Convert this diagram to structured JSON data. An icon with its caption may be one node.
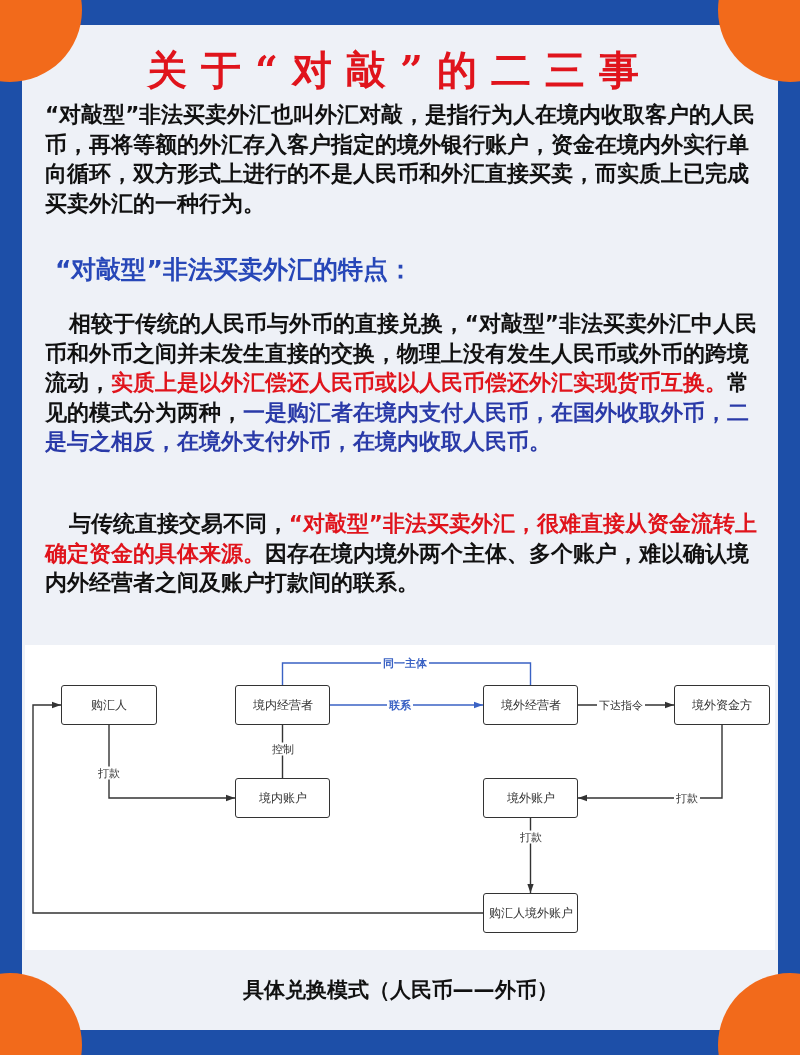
{
  "diagram": {
    "title": "关于“对敲”的二三事",
    "caption": "具体兑换模式（人民币——外币）",
    "nodes": [
      {
        "text": [
          "购汇人"
        ]
      },
      {
        "text": [
          "境内经营者"
        ]
      },
      {
        "text": [
          "境外经营者"
        ]
      },
      {
        "text": [
          "境外资金方"
        ]
      },
      {
        "text": [
          "境内账户"
        ]
      },
      {
        "text": [
          "境外账户"
        ]
      },
      {
        "text": [
          "购汇人境外账户"
        ]
      }
    ],
    "edges": [
      {
        "from": 1,
        "to": 2,
        "arrow": "none",
        "label": "同一主体",
        "color": "#3a62c4"
      },
      {
        "from": 1,
        "to": 2,
        "arrow": "to",
        "label": "联系",
        "color": "#3a62c4"
      },
      {
        "from": 2,
        "to": 3,
        "arrow": "to",
        "label": "下达指令"
      },
      {
        "from": 1,
        "to": 4,
        "arrow": "none",
        "label": "控制"
      },
      {
        "from": 0,
        "to": 4,
        "arrow": "to",
        "label": "打款"
      },
      {
        "from": 3,
        "to": 5,
        "arrow": "to",
        "label": "打款"
      },
      {
        "from": 5,
        "to": 6,
        "arrow": "to",
        "label": "打款"
      },
      {
        "from": 6,
        "to": 0,
        "arrow": "to"
      }
    ],
    "labels": [
      "“对敲型”非法买卖外汇也叫外汇对敲，是指行为人在境内收取客户的人民币，再将等额的外汇存入客户指定的境外银行账户，资金在境内外实行单向循环，双方形式上进行的不是人民币和外汇直接买卖，而实质上已完成买卖外汇的一种行为。",
      "“对敲型”非法买卖外汇的特点：",
      "相较于传统的人民币与外币的直接兑换，“对敲型”非法买卖外汇中人民币和外币之间并未发生直接的交换，物理上没有发生人民币或外币的跨境流动，",
      "实质上是以外汇偿还人民币或以人民币偿还外汇实现货币互换。",
      "常见的模式分为两种，",
      "一是购汇者在境内支付人民币，在国外收取外币，二是与之相反，在境外支付外币，在境内收取人民币。",
      "与传统直接交易不同，",
      "“对敲型”非法买卖外汇，很难直接从资金流转上确定资金的具体来源。",
      "因存在境内境外两个主体、多个账户，难以确认境内外经营者之间及账户打款间的联系。"
    ]
  }
}
